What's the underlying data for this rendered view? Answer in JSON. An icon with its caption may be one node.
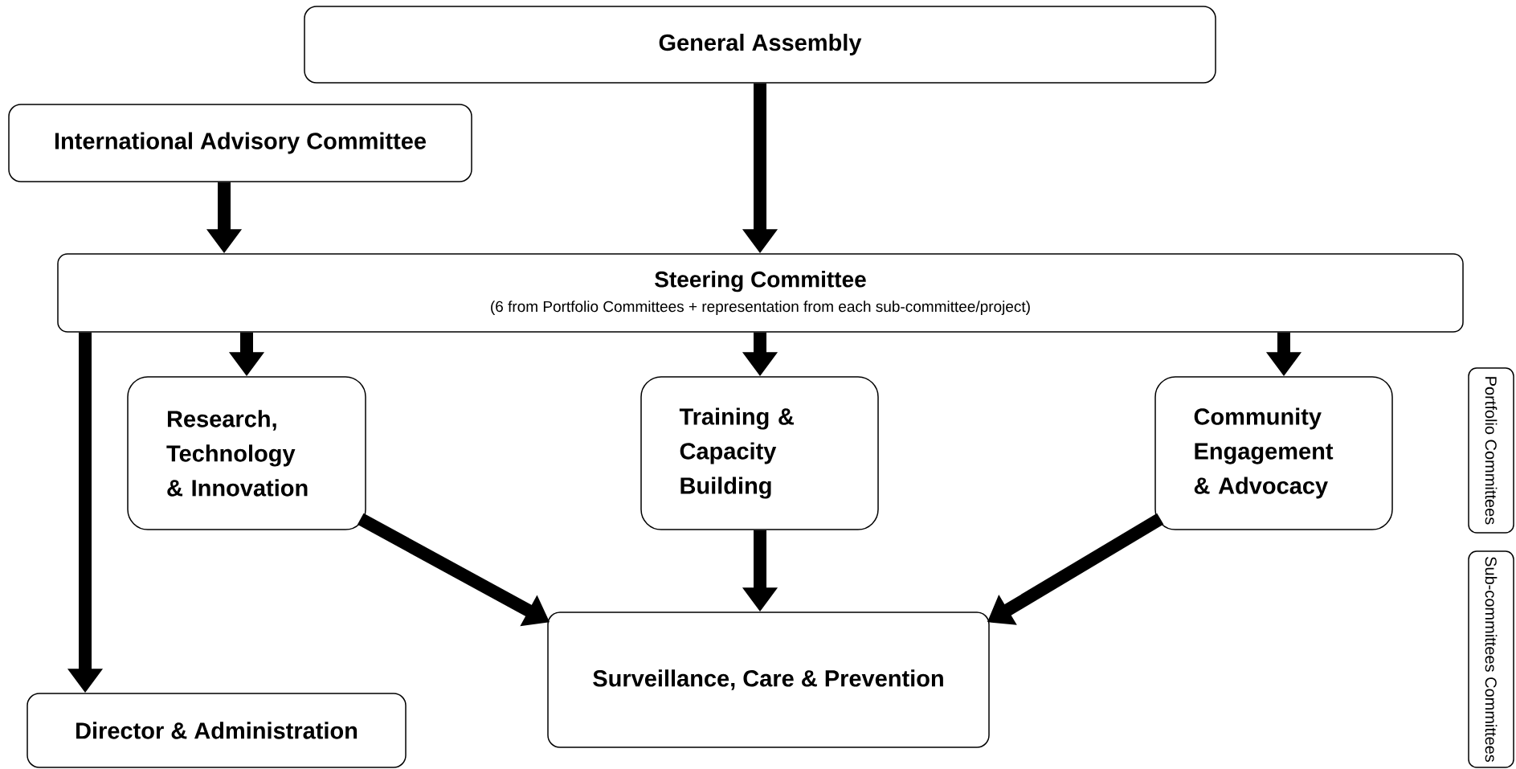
{
  "diagram": {
    "nodes": [
      {
        "text": [
          "General Assembly"
        ]
      },
      {
        "text": [
          "International Advisory Committee"
        ]
      },
      {
        "text": [
          "Steering Committee",
          "(6 from Portfolio Committees + representation from  each sub-committee/project)"
        ]
      },
      {
        "text": [
          "Research, Technology & Innovation"
        ]
      },
      {
        "text": [
          "Training & Capacity Building"
        ]
      },
      {
        "text": [
          "Community Engagement & Advocacy"
        ]
      },
      {
        "text": [
          "Surveillance, Care & Prevention"
        ]
      },
      {
        "text": [
          "Director & Administration"
        ]
      },
      {
        "text": [
          "Portfolio Committees"
        ]
      },
      {
        "text": [
          "Sub-committees Committees"
        ]
      }
    ],
    "edges": [
      {
        "from": 0,
        "to": 2,
        "arrow": "to"
      },
      {
        "from": 1,
        "to": 2,
        "arrow": "to"
      },
      {
        "from": 2,
        "to": 7,
        "arrow": "to"
      },
      {
        "from": 2,
        "to": 3,
        "arrow": "to"
      },
      {
        "from": 2,
        "to": 4,
        "arrow": "to"
      },
      {
        "from": 2,
        "to": 5,
        "arrow": "to"
      },
      {
        "from": 3,
        "to": 6,
        "arrow": "to"
      },
      {
        "from": 4,
        "to": 6,
        "arrow": "to"
      },
      {
        "from": 5,
        "to": 6,
        "arrow": "to"
      }
    ]
  }
}
